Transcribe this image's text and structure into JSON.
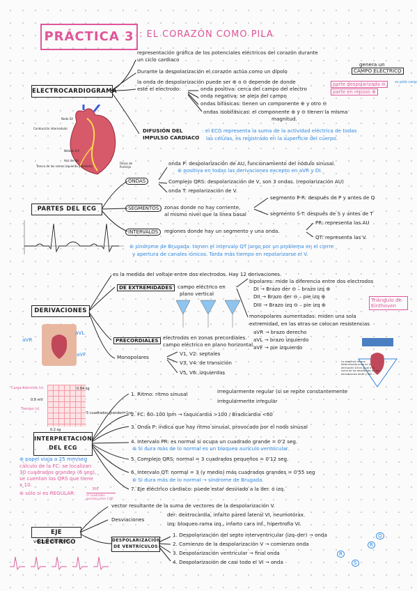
{
  "title": {
    "main": "PRÁCTICA 3",
    "sub": ": EL CORAZÓN COMO PILA"
  },
  "ecg": {
    "label": "ELECTROCARDIOGRAMA",
    "def1": "representación gráfica de los potenciales eléctricos del corazón durante",
    "def2": "un ciclo cardiaco",
    "dipole": "Durante la despolarización el corazón actúa como un dípolo",
    "genera_un": "genera un",
    "campo": "CAMPO ELÉCTRICO",
    "wave_depends": "la onda de despolarización puede ser ⊕ o ⊖ depende de donde",
    "electrode": "esté el electrodo:",
    "positive": "onda positiva: cerca del campo del electro",
    "negative": "onda negativa: se aleja del campo",
    "biphasic": "ondas bifásicas: tienen un componente ⊕ y otro ⊖",
    "isobiphasic1": "ondas isobifásicas: el componente ⊕ y ⊖ tienen la misma",
    "isobiphasic2": "magnitud.",
    "parte_desp": "parte despolarizada ⊖",
    "parte_rep": "parte en reposo ⊕",
    "side_note": "vs polo carga",
    "difusion": "DIFUSIÓN DEL",
    "impulso": "IMPULSO CARDIACO",
    "difusion_text1": ": el ECG representa la suma de la actividad eléctrica de todas",
    "difusion_text2": "las células, es registrado en la superficie del cuerpo.",
    "heart_labels": [
      "Nodo SA",
      "Conducción internodular",
      "Nódulo A-V",
      "Haz de His",
      "Tronco de las ramas izquierda y derecha",
      "Fibras de Purkinje"
    ]
  },
  "partes": {
    "label": "PARTES DEL ECG",
    "ondas": "ONDAS",
    "onda_p": "onda P: despolarización de AU, funcionamiento del nódulo sinusal.",
    "onda_p_note": "⊛ positiva en todas las derivaciones excepto en aVR y DI.",
    "qrs": "Complejo QRS: despolarización de V, son 3 ondas. (repolarización AU)",
    "onda_t": "onda T: repolarización de V.",
    "segmentos": "SEGMENTOS",
    "seg_text1": "zonas donde no hay corriente,",
    "seg_text2": "al mismo nivel que la línea basal",
    "seg_pr": "segmento P-R: después de P y antes de Q",
    "seg_st": "segmento S-T: después de S y antes de T",
    "intervalos": "INTERVALOS",
    "int_text": "regiones donde hay un segmento y una onda.",
    "pr": "PR: representa las AU",
    "qt": "QT: representa las V.",
    "brugada1": "⊛ síndrome de Brugada: tienen el intervalo QT largo por un problema en el cierre",
    "brugada2": "y apertura de canales iónicos. Tarda más tiempo en repolarizarse el V."
  },
  "deriv": {
    "label": "DERIVACIONES",
    "intro": "es la medida del voltaje entre dos electrodos. Hay 12 derivaciones.",
    "extremidades": "DE EXTREMIDADES",
    "ext_text1": "campo eléctrico en",
    "ext_text2": "plano vertical",
    "bipolares": "bipolares: mide la diferencia entre dos electrodos",
    "d1": "DI → Brazo der ⊖ – brazo izq ⊕",
    "d2": "DII → Brazo der ⊖ – pie izq ⊕",
    "d3": "DIII → Brazo izq ⊖ – pie izq ⊕",
    "mono1": "monopolares aumentadas: miden una sola",
    "mono2": "extremidad, en las otras se colocan resistencias",
    "avr": "aVR → brazo derecho",
    "avl": "aVL → brazo izquierdo",
    "avf": "aVF → pie izquierdo",
    "einthoven": "Triángulo de Einthoven",
    "precordiales": "PRECORDIALES",
    "prec_text1": "electrodos en zonas precordiales.",
    "prec_text2": "campo eléctrico en plano horizontal.",
    "monopolares": "Monopolares",
    "v12": "V1, V2: septales",
    "v34": "V3, V4: de transición",
    "v56": "V5, V6: izquierdas",
    "avr_lbl": "aVR",
    "avl_lbl": "aVL",
    "avf_lbl": "aVF",
    "right_caption": "La amplitud de una determinada onda en la derivación DII es igual a la suma de las amplitudes de las derivaciones de DI y DIII"
  },
  "interp": {
    "label": "INTERPRETACIÓN DEL ECG",
    "ritmo": "1. Ritmo: ritmo sinusal",
    "regular": "irregularmente regular (si se repite constantemente",
    "irregular": "irregularmente irregular",
    "fc": "2. FC: 60–100 lpm → taquicardia >100 / Bradicardia <60",
    "onda_p": "3. Onda P: indica que hay ritmo sinusal, provocado por el nodo sinusal",
    "pr": "4. Intervalo PR: es normal si ocupa un cuadrado grande = 0'2 seg.",
    "pr_note": "⊛ Si dura más de lo normal es un bloqueo aurículo ventricular.",
    "qrs": "5. Complejo QRS: normal = 3 cuadrados pequeños = 0'12 seg.",
    "qt": "6. Intervalo QT: normal = 3 (y medio) más cuadrados grandes = 0'55 seg",
    "qt_note": "⊛ Si dura más de lo normal → síndrome de Brugada.",
    "eje": "7. Eje eléctrico cardiaco: puede estar desviado a la der. o izq.",
    "paper_carga": "Carga eléctrica (v)",
    "paper_mv": "0.5 mV",
    "paper_tiempo": "Tiempo (s)",
    "paper_004": "0.04 sg",
    "paper_5cuad": "5 cuadrados grandes=1sg",
    "paper_02": "0.2 sg",
    "note1": "⊛ papel viaja a 25 mm/seg",
    "note2": "cálculo de la FC: se localizan",
    "note3": "30 cuadrados grandes (6 seg),",
    "note4": "se cuentan los QRS que tiene",
    "note5": "x 10.",
    "note6": "⊛ sólo si es REGULAR:",
    "formula_num": "300",
    "formula_den": "nº cuadrados grandes entre 2 RR"
  },
  "eje": {
    "label": "EJE ELÉCTRICO",
    "sub": "vector del QRS",
    "def": "vector resultante de la suma de vectores de la despolarización V.",
    "desv": "Desviaciones",
    "der": "der: dextrocardia, infarto pared lateral VI, neumotórax.",
    "izq": "izq: bloqueo rama izq., infarto cara inf., hipertrofia VI.",
    "despol": "DESPOLARIZACIÓN DE VENTRÍCULOS",
    "s1": "1. Despolarización del septo interventricular (izq–der) → onda",
    "s2": "2. Comienzo de la despolarización V → comienzo onda",
    "s3": "3. Despolarización ventricular → final onda",
    "s4": "4. Despolarización de casi todo el VI → onda",
    "q": "Q",
    "r": "R",
    "s": "S"
  }
}
